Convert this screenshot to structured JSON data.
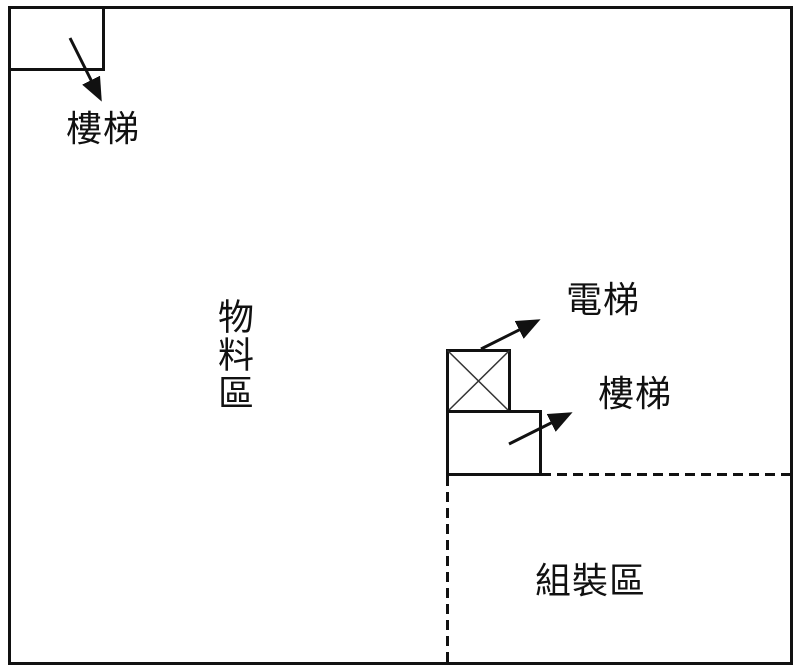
{
  "floor_plan": {
    "labels": {
      "stairs_top_left": "樓梯",
      "material_area": "物料區",
      "elevator": "電梯",
      "stairs_center": "樓梯",
      "assembly_area": "組裝區"
    },
    "colors": {
      "line": "#111111",
      "background": "#ffffff"
    }
  }
}
